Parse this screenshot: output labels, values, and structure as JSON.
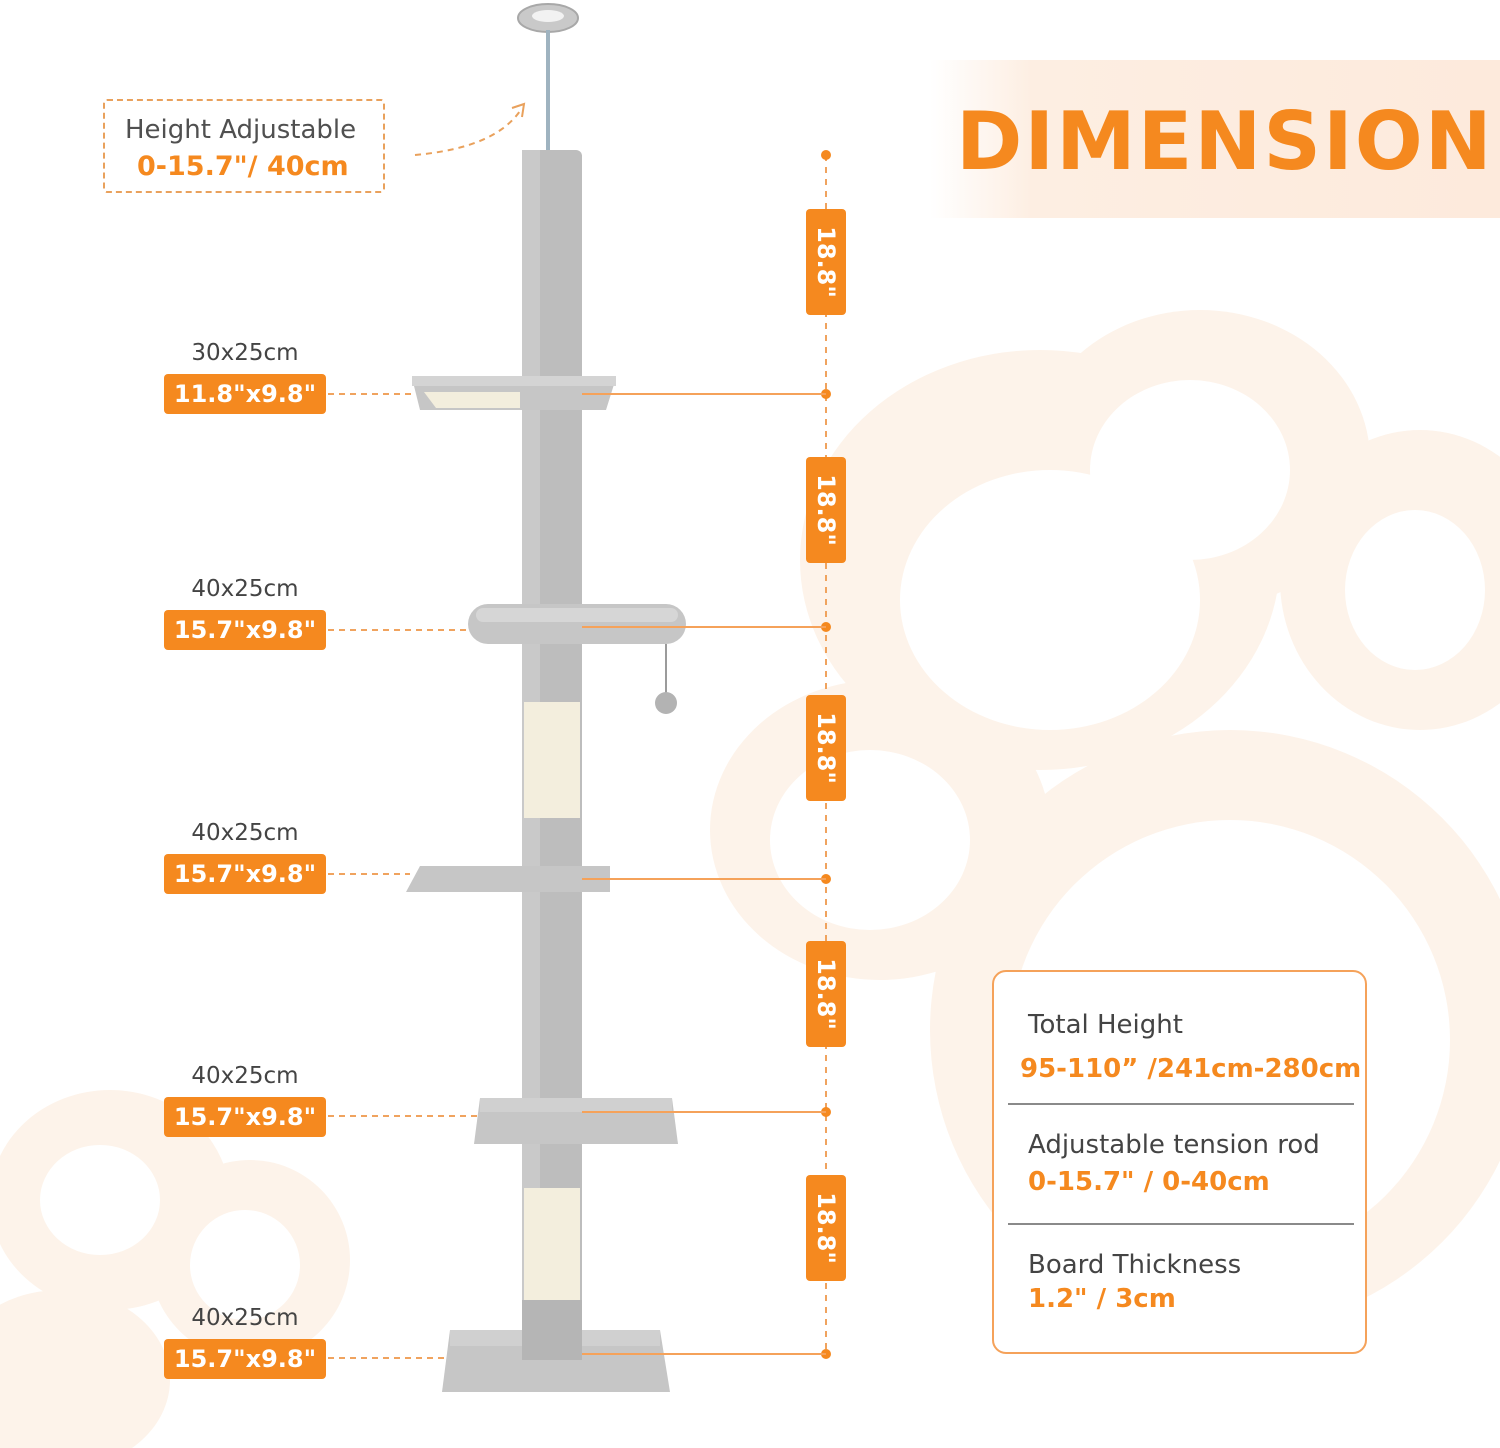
{
  "title": "DIMENSION",
  "height_adjustable": {
    "label": "Height Adjustable",
    "value": "0-15.7\"/ 40cm"
  },
  "shelves": [
    {
      "cm": "30x25cm",
      "inch": "11.8\"x9.8\""
    },
    {
      "cm": "40x25cm",
      "inch": "15.7\"x9.8\""
    },
    {
      "cm": "40x25cm",
      "inch": "15.7\"x9.8\""
    },
    {
      "cm": "40x25cm",
      "inch": "15.7\"x9.8\""
    },
    {
      "cm": "40x25cm",
      "inch": "15.7\"x9.8\""
    }
  ],
  "segments": [
    "18.8\"",
    "18.8\"",
    "18.8\"",
    "18.8\"",
    "18.8\""
  ],
  "specs": {
    "total_height_label": "Total Height",
    "total_height_value": "95-110”  /241cm-280cm",
    "tension_rod_label": "Adjustable tension rod",
    "tension_rod_value": "0-15.7\" / 0-40cm",
    "board_thickness_label": "Board Thickness",
    "board_thickness_value": "1.2\" / 3cm"
  },
  "colors": {
    "accent": "#f5891f",
    "post_gray": "#bdbdbd",
    "sisal": "#f3eedd",
    "paw_tint": "#fdf1e7"
  }
}
